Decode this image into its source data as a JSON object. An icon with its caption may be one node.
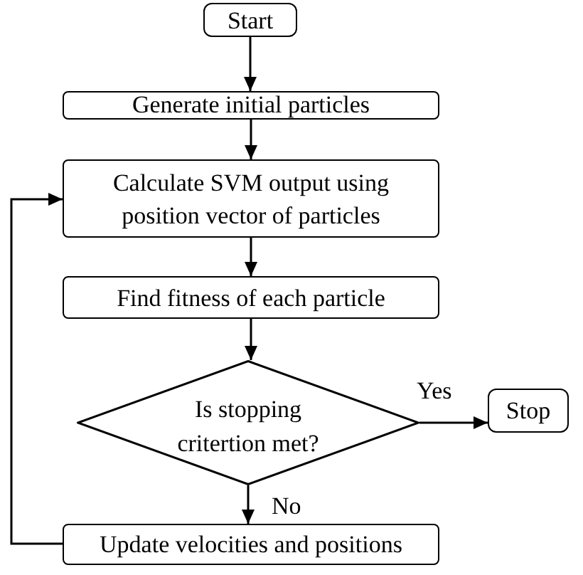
{
  "diagram": {
    "nodes": [
      {
        "text": [
          "Start"
        ]
      },
      {
        "text": [
          "Generate initial particles"
        ]
      },
      {
        "text": [
          "Calculate SVM output using position vector of particles"
        ]
      },
      {
        "text": [
          "Find fitness of each particle"
        ]
      },
      {
        "text": [
          "Is stopping critertion met?"
        ]
      },
      {
        "text": [
          "Stop"
        ]
      },
      {
        "text": [
          "Update velocities and positions"
        ]
      }
    ],
    "edges": [
      {
        "from": 0,
        "to": 1,
        "arrow": "to"
      },
      {
        "from": 1,
        "to": 2,
        "arrow": "to"
      },
      {
        "from": 2,
        "to": 3,
        "arrow": "to"
      },
      {
        "from": 3,
        "to": 4,
        "arrow": "to"
      },
      {
        "from": 4,
        "to": 5,
        "arrow": "to",
        "label": "Yes"
      },
      {
        "from": 4,
        "to": 6,
        "arrow": "to",
        "label": "No"
      },
      {
        "from": 6,
        "to": 2,
        "arrow": "to"
      }
    ]
  }
}
